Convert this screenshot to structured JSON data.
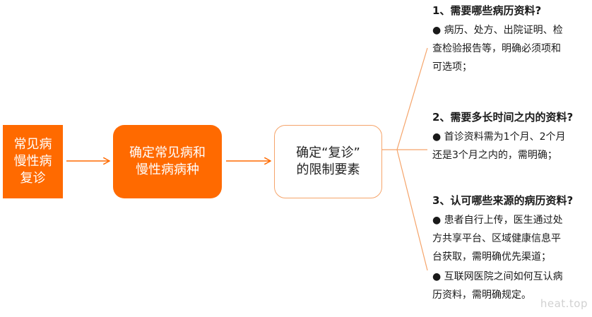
{
  "nodes": {
    "first": "常见病\n慢性病\n复诊",
    "second": "确定常见病和\n慢性病病种",
    "third": "确定“复诊”\n的限制要素"
  },
  "sections": [
    {
      "title": "1、需要哪些病历资料?",
      "items": [
        "● 病历、处方、出院证明、检\n查检验报告等，明确必须项和\n可选项；"
      ]
    },
    {
      "title": "2、需要多长时间之内的资料?",
      "items": [
        "● 首诊资料需为1个月、2个月\n还是3个月之内的，需明确；"
      ]
    },
    {
      "title": "3、认可哪些来源的病历资料?",
      "items": [
        "● 患者自行上传，医生通过处\n方共享平台、区域健康信息平\n台获取，需明确优先渠道；",
        "● 互联网医院之间如何互认病\n历资料，需明确规定。"
      ]
    }
  ],
  "watermark": "heat.top",
  "colors": {
    "accent": "#FF6A00",
    "outline": "#F5A46A"
  }
}
